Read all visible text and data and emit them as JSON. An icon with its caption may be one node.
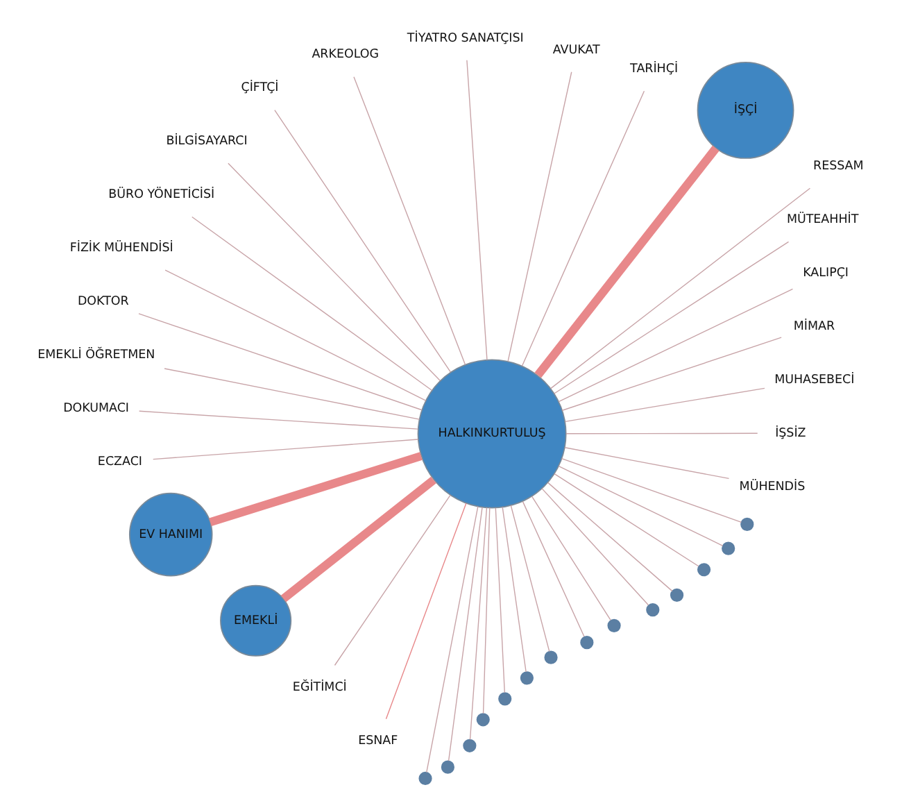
{
  "diagram": {
    "nodes": [
      {
        "text": [
          "MÜHENDİS"
        ]
      },
      {
        "text": [
          "İŞSİZ"
        ]
      },
      {
        "text": [
          "MUHASEBECİ"
        ]
      },
      {
        "text": [
          "MİMAR"
        ]
      },
      {
        "text": [
          "KALIPÇI"
        ]
      },
      {
        "text": [
          "MÜTEAHHİT"
        ]
      },
      {
        "text": [
          "RESSAM"
        ]
      },
      {
        "text": [
          "İŞÇİ"
        ]
      },
      {
        "text": [
          "TARİHÇİ"
        ]
      },
      {
        "text": [
          "AVUKAT"
        ]
      },
      {
        "text": [
          "TİYATRO SANATÇISI"
        ]
      },
      {
        "text": [
          "ARKEOLOG"
        ]
      },
      {
        "text": [
          "ÇİFTÇİ"
        ]
      },
      {
        "text": [
          "HALKINKURTULUŞ"
        ]
      },
      {
        "text": [
          "BİLGİSAYARCI"
        ]
      },
      {
        "text": [
          "BÜRO YÖNETİCİSİ"
        ]
      },
      {
        "text": [
          "FİZİK MÜHENDİSİ"
        ]
      },
      {
        "text": [
          "DOKTOR"
        ]
      },
      {
        "text": [
          "EMEKLİ ÖĞRETMEN"
        ]
      },
      {
        "text": [
          "DOKUMACI"
        ]
      },
      {
        "text": [
          "ECZACI"
        ]
      },
      {
        "text": [
          "EV HANIMI"
        ]
      },
      {
        "text": [
          "EMEKLİ"
        ]
      },
      {
        "text": [
          "EĞİTİMCİ"
        ]
      },
      {
        "text": [
          "ESNAF"
        ]
      },
      {
        "text": [],
        "shape": "circle"
      },
      {
        "text": [],
        "shape": "circle"
      },
      {
        "text": [],
        "shape": "circle"
      },
      {
        "text": [],
        "shape": "circle"
      },
      {
        "text": [],
        "shape": "circle"
      },
      {
        "text": [],
        "shape": "circle"
      },
      {
        "text": [],
        "shape": "circle"
      },
      {
        "text": [],
        "shape": "circle"
      },
      {
        "text": [],
        "shape": "circle"
      },
      {
        "text": [],
        "shape": "circle"
      },
      {
        "text": [],
        "shape": "circle"
      },
      {
        "text": [],
        "shape": "circle"
      },
      {
        "text": [],
        "shape": "circle"
      },
      {
        "text": [],
        "shape": "circle"
      }
    ],
    "edges": [
      {
        "from": 13,
        "to": 0,
        "arrow": "none"
      },
      {
        "from": 13,
        "to": 1,
        "arrow": "none"
      },
      {
        "from": 13,
        "to": 2,
        "arrow": "none"
      },
      {
        "from": 13,
        "to": 3,
        "arrow": "none"
      },
      {
        "from": 13,
        "to": 4,
        "arrow": "none"
      },
      {
        "from": 13,
        "to": 5,
        "arrow": "none"
      },
      {
        "from": 13,
        "to": 6,
        "arrow": "none"
      },
      {
        "from": 13,
        "to": 7,
        "arrow": "none",
        "style": "thick",
        "color": "#e8888a"
      },
      {
        "from": 13,
        "to": 8,
        "arrow": "none"
      },
      {
        "from": 13,
        "to": 9,
        "arrow": "none"
      },
      {
        "from": 13,
        "to": 10,
        "arrow": "none"
      },
      {
        "from": 13,
        "to": 11,
        "arrow": "none"
      },
      {
        "from": 13,
        "to": 12,
        "arrow": "none"
      },
      {
        "from": 13,
        "to": 14,
        "arrow": "none"
      },
      {
        "from": 13,
        "to": 15,
        "arrow": "none"
      },
      {
        "from": 13,
        "to": 16,
        "arrow": "none"
      },
      {
        "from": 13,
        "to": 17,
        "arrow": "none"
      },
      {
        "from": 13,
        "to": 18,
        "arrow": "none"
      },
      {
        "from": 13,
        "to": 19,
        "arrow": "none"
      },
      {
        "from": 13,
        "to": 20,
        "arrow": "none"
      },
      {
        "from": 13,
        "to": 21,
        "arrow": "none",
        "style": "thick",
        "color": "#e8888a"
      },
      {
        "from": 13,
        "to": 22,
        "arrow": "none",
        "style": "thick",
        "color": "#e8888a"
      },
      {
        "from": 13,
        "to": 23,
        "arrow": "none"
      },
      {
        "from": 13,
        "to": 24,
        "arrow": "none",
        "color": "#e8888a"
      },
      {
        "from": 13,
        "to": 25,
        "arrow": "none"
      },
      {
        "from": 13,
        "to": 26,
        "arrow": "none"
      },
      {
        "from": 13,
        "to": 27,
        "arrow": "none"
      },
      {
        "from": 13,
        "to": 28,
        "arrow": "none"
      },
      {
        "from": 13,
        "to": 29,
        "arrow": "none"
      },
      {
        "from": 13,
        "to": 30,
        "arrow": "none"
      },
      {
        "from": 13,
        "to": 31,
        "arrow": "none"
      },
      {
        "from": 13,
        "to": 32,
        "arrow": "none"
      },
      {
        "from": 13,
        "to": 33,
        "arrow": "none"
      },
      {
        "from": 13,
        "to": 34,
        "arrow": "none"
      },
      {
        "from": 13,
        "to": 35,
        "arrow": "none"
      },
      {
        "from": 13,
        "to": 36,
        "arrow": "none"
      },
      {
        "from": 13,
        "to": 37,
        "arrow": "none"
      },
      {
        "from": 13,
        "to": 38,
        "arrow": "none"
      }
    ]
  }
}
